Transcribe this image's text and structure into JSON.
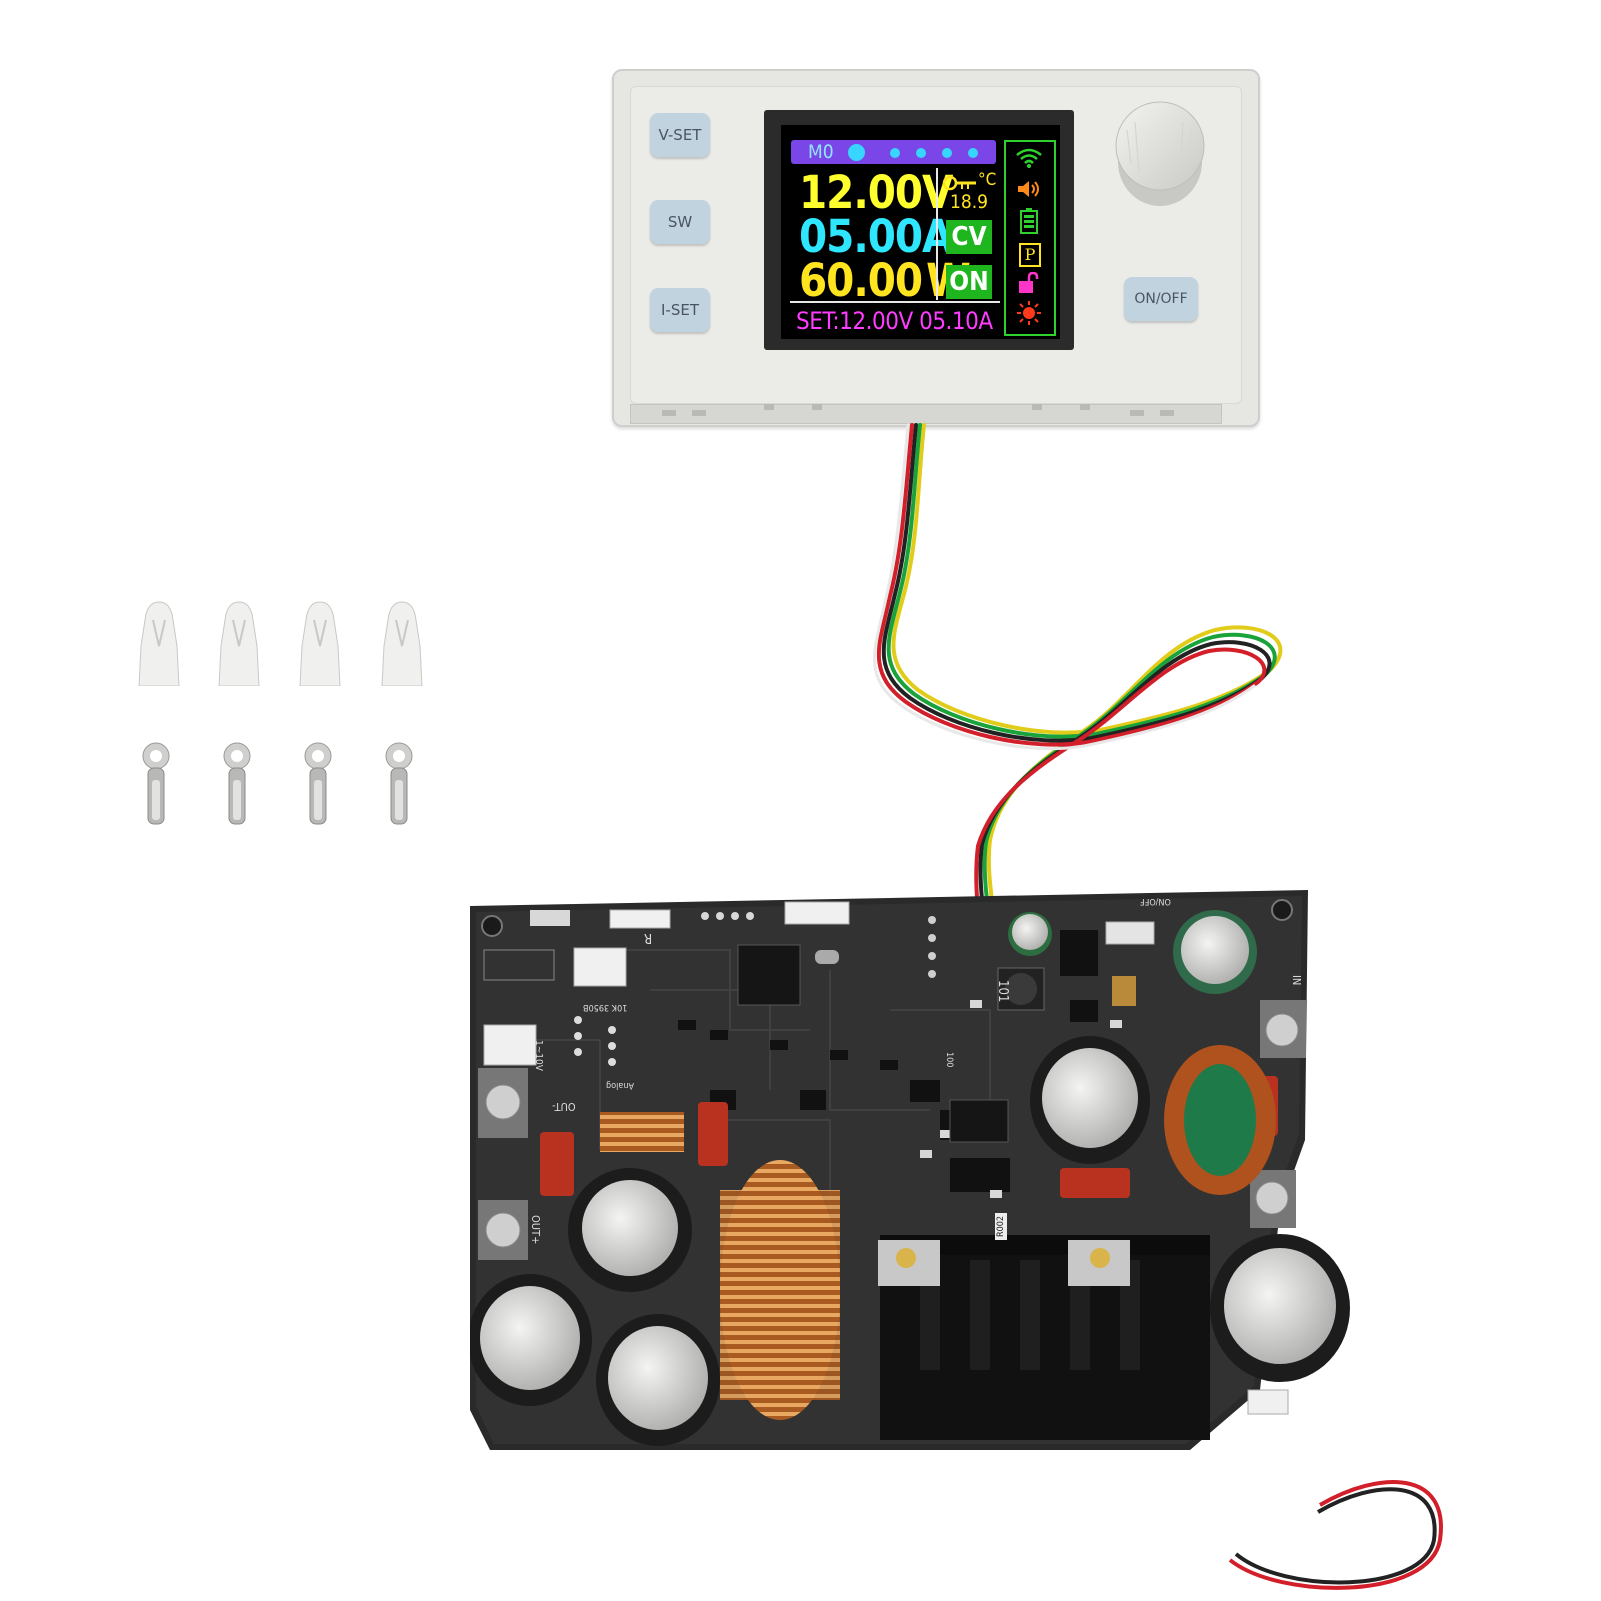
{
  "panel": {
    "buttons": {
      "vset": "V-SET",
      "sw": "SW",
      "iset": "I-SET",
      "onoff": "ON/OFF"
    }
  },
  "display": {
    "mode": "M0",
    "voltage": "12.00V",
    "current": "05.00A",
    "power_value": "60.00",
    "power_unit": "W",
    "temperature_unit": "°C",
    "temperature": "18.9",
    "mode_tag": "CV",
    "output_tag": "ON",
    "set_line": "SET:12.00V 05.10A",
    "preset_indicator": "P"
  },
  "pcb": {
    "labels": {
      "connector_labels": "10K 3950B",
      "range_label": "1~10V",
      "analog_label": "Analog",
      "out_minus": "OUT-",
      "out_plus": "OUT+",
      "in_label": "IN",
      "inductor_code": "101",
      "smd_code": "100",
      "shunt_code": "R002",
      "on_off_label": "ON/OFF",
      "r_label": "R"
    }
  },
  "colors": {
    "voltage": "#ffff2e",
    "current": "#2fe6ff",
    "power": "#ffe41f",
    "mode_bar": "#7a46e8",
    "set_line": "#ff3cff",
    "status_green": "#1fb51f",
    "button_blue": "#c2d3e0"
  },
  "icons": [
    "wifi-icon",
    "speaker-icon",
    "battery-icon",
    "preset-p-icon",
    "lock-icon",
    "sun-icon",
    "thermometer-icon"
  ]
}
